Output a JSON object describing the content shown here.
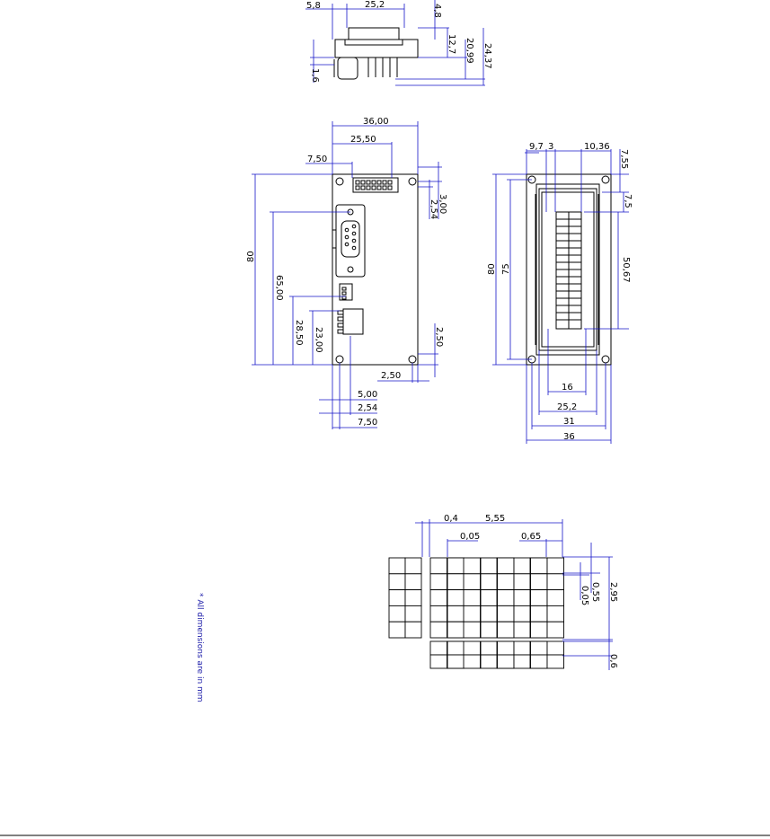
{
  "side_view": {
    "dims": [
      "5,8",
      "25,2",
      "4,8",
      "12,7",
      "20,99",
      "24,37",
      "1,6"
    ]
  },
  "board_view": {
    "dims": [
      "36,00",
      "25,50",
      "7,50",
      "3,00",
      "2,54",
      "80",
      "65,00",
      "28,50",
      "23,00",
      "2,50",
      "2,50",
      "5,00",
      "2,54",
      "7,50"
    ]
  },
  "lcd_view": {
    "dims": [
      "9,7",
      "3",
      "10,36",
      "7,55",
      "7,5",
      "80",
      "75",
      "50,67",
      "16",
      "25,2",
      "31",
      "36"
    ]
  },
  "char_detail": {
    "dims": [
      "0,4",
      "5,55",
      "0,05",
      "0,65",
      "0,55",
      "0,05",
      "2,95",
      "0,6"
    ]
  },
  "note": "* All dimensions are in mm",
  "colors": {
    "dimension": "#1515c8",
    "outline": "#000000"
  }
}
